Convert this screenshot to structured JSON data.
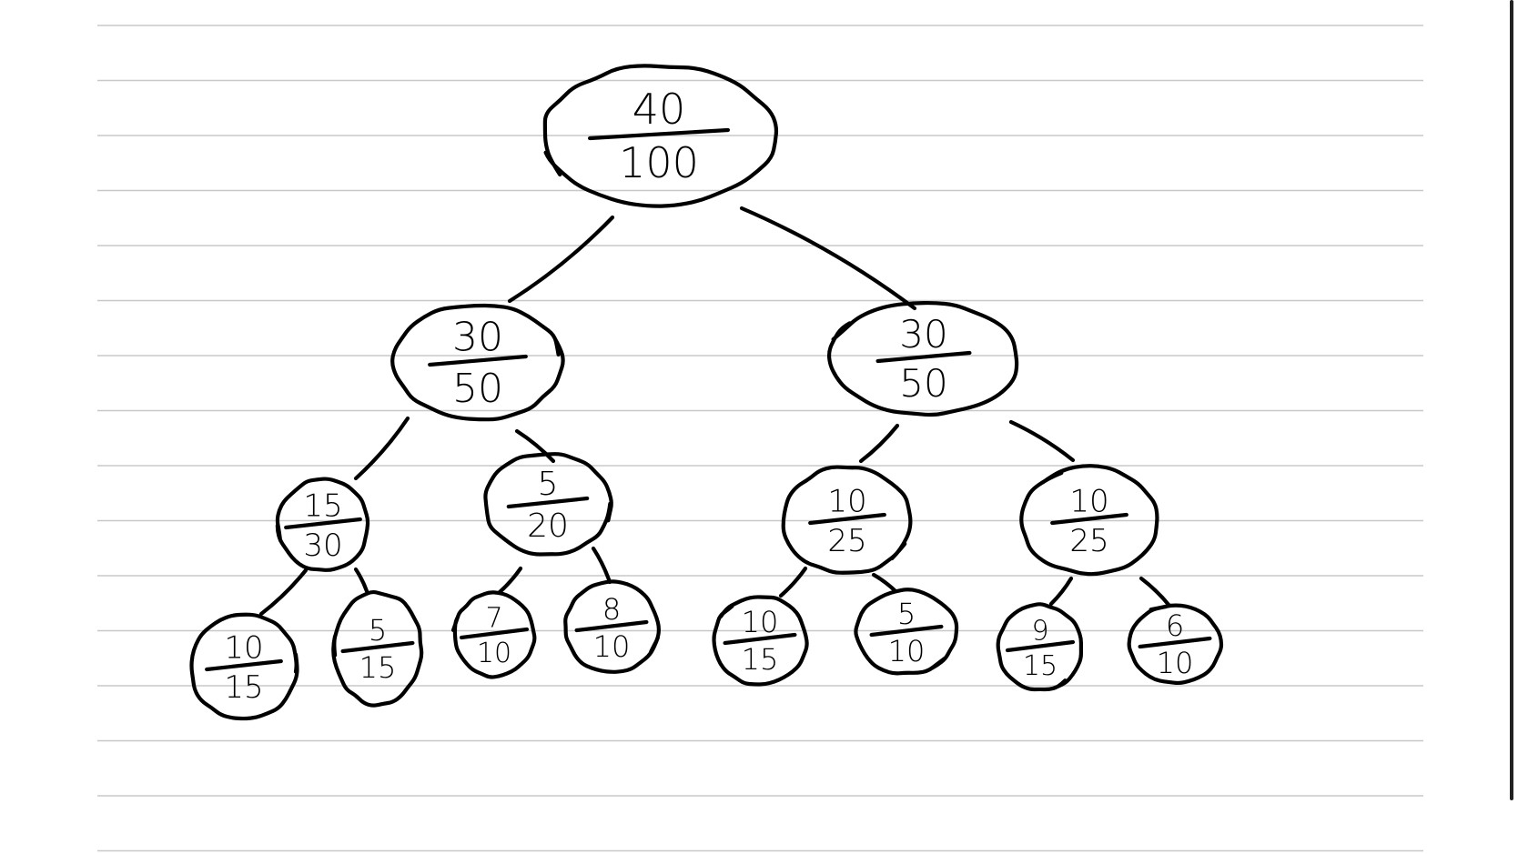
{
  "diagram": {
    "root": {
      "id": "n0",
      "num": "40",
      "den": "100",
      "children": [
        {
          "id": "n1",
          "num": "30",
          "den": "50",
          "children": [
            {
              "id": "n3",
              "num": "15",
              "den": "30",
              "children": [
                {
                  "id": "n7",
                  "num": "10",
                  "den": "15",
                  "children": []
                },
                {
                  "id": "n8",
                  "num": "5",
                  "den": "15",
                  "children": []
                }
              ]
            },
            {
              "id": "n4",
              "num": "5",
              "den": "20",
              "children": [
                {
                  "id": "n9",
                  "num": "7",
                  "den": "10",
                  "children": []
                },
                {
                  "id": "n10",
                  "num": "8",
                  "den": "10",
                  "children": []
                }
              ]
            }
          ]
        },
        {
          "id": "n2",
          "num": "30",
          "den": "50",
          "children": [
            {
              "id": "n5",
              "num": "10",
              "den": "25",
              "children": [
                {
                  "id": "n11",
                  "num": "10",
                  "den": "15",
                  "children": []
                },
                {
                  "id": "n12",
                  "num": "5",
                  "den": "10",
                  "children": []
                }
              ]
            },
            {
              "id": "n6",
              "num": "10",
              "den": "25",
              "children": [
                {
                  "id": "n13",
                  "num": "9",
                  "den": "15",
                  "children": []
                },
                {
                  "id": "n14",
                  "num": "6",
                  "den": "10",
                  "children": []
                }
              ]
            }
          ]
        }
      ]
    }
  }
}
